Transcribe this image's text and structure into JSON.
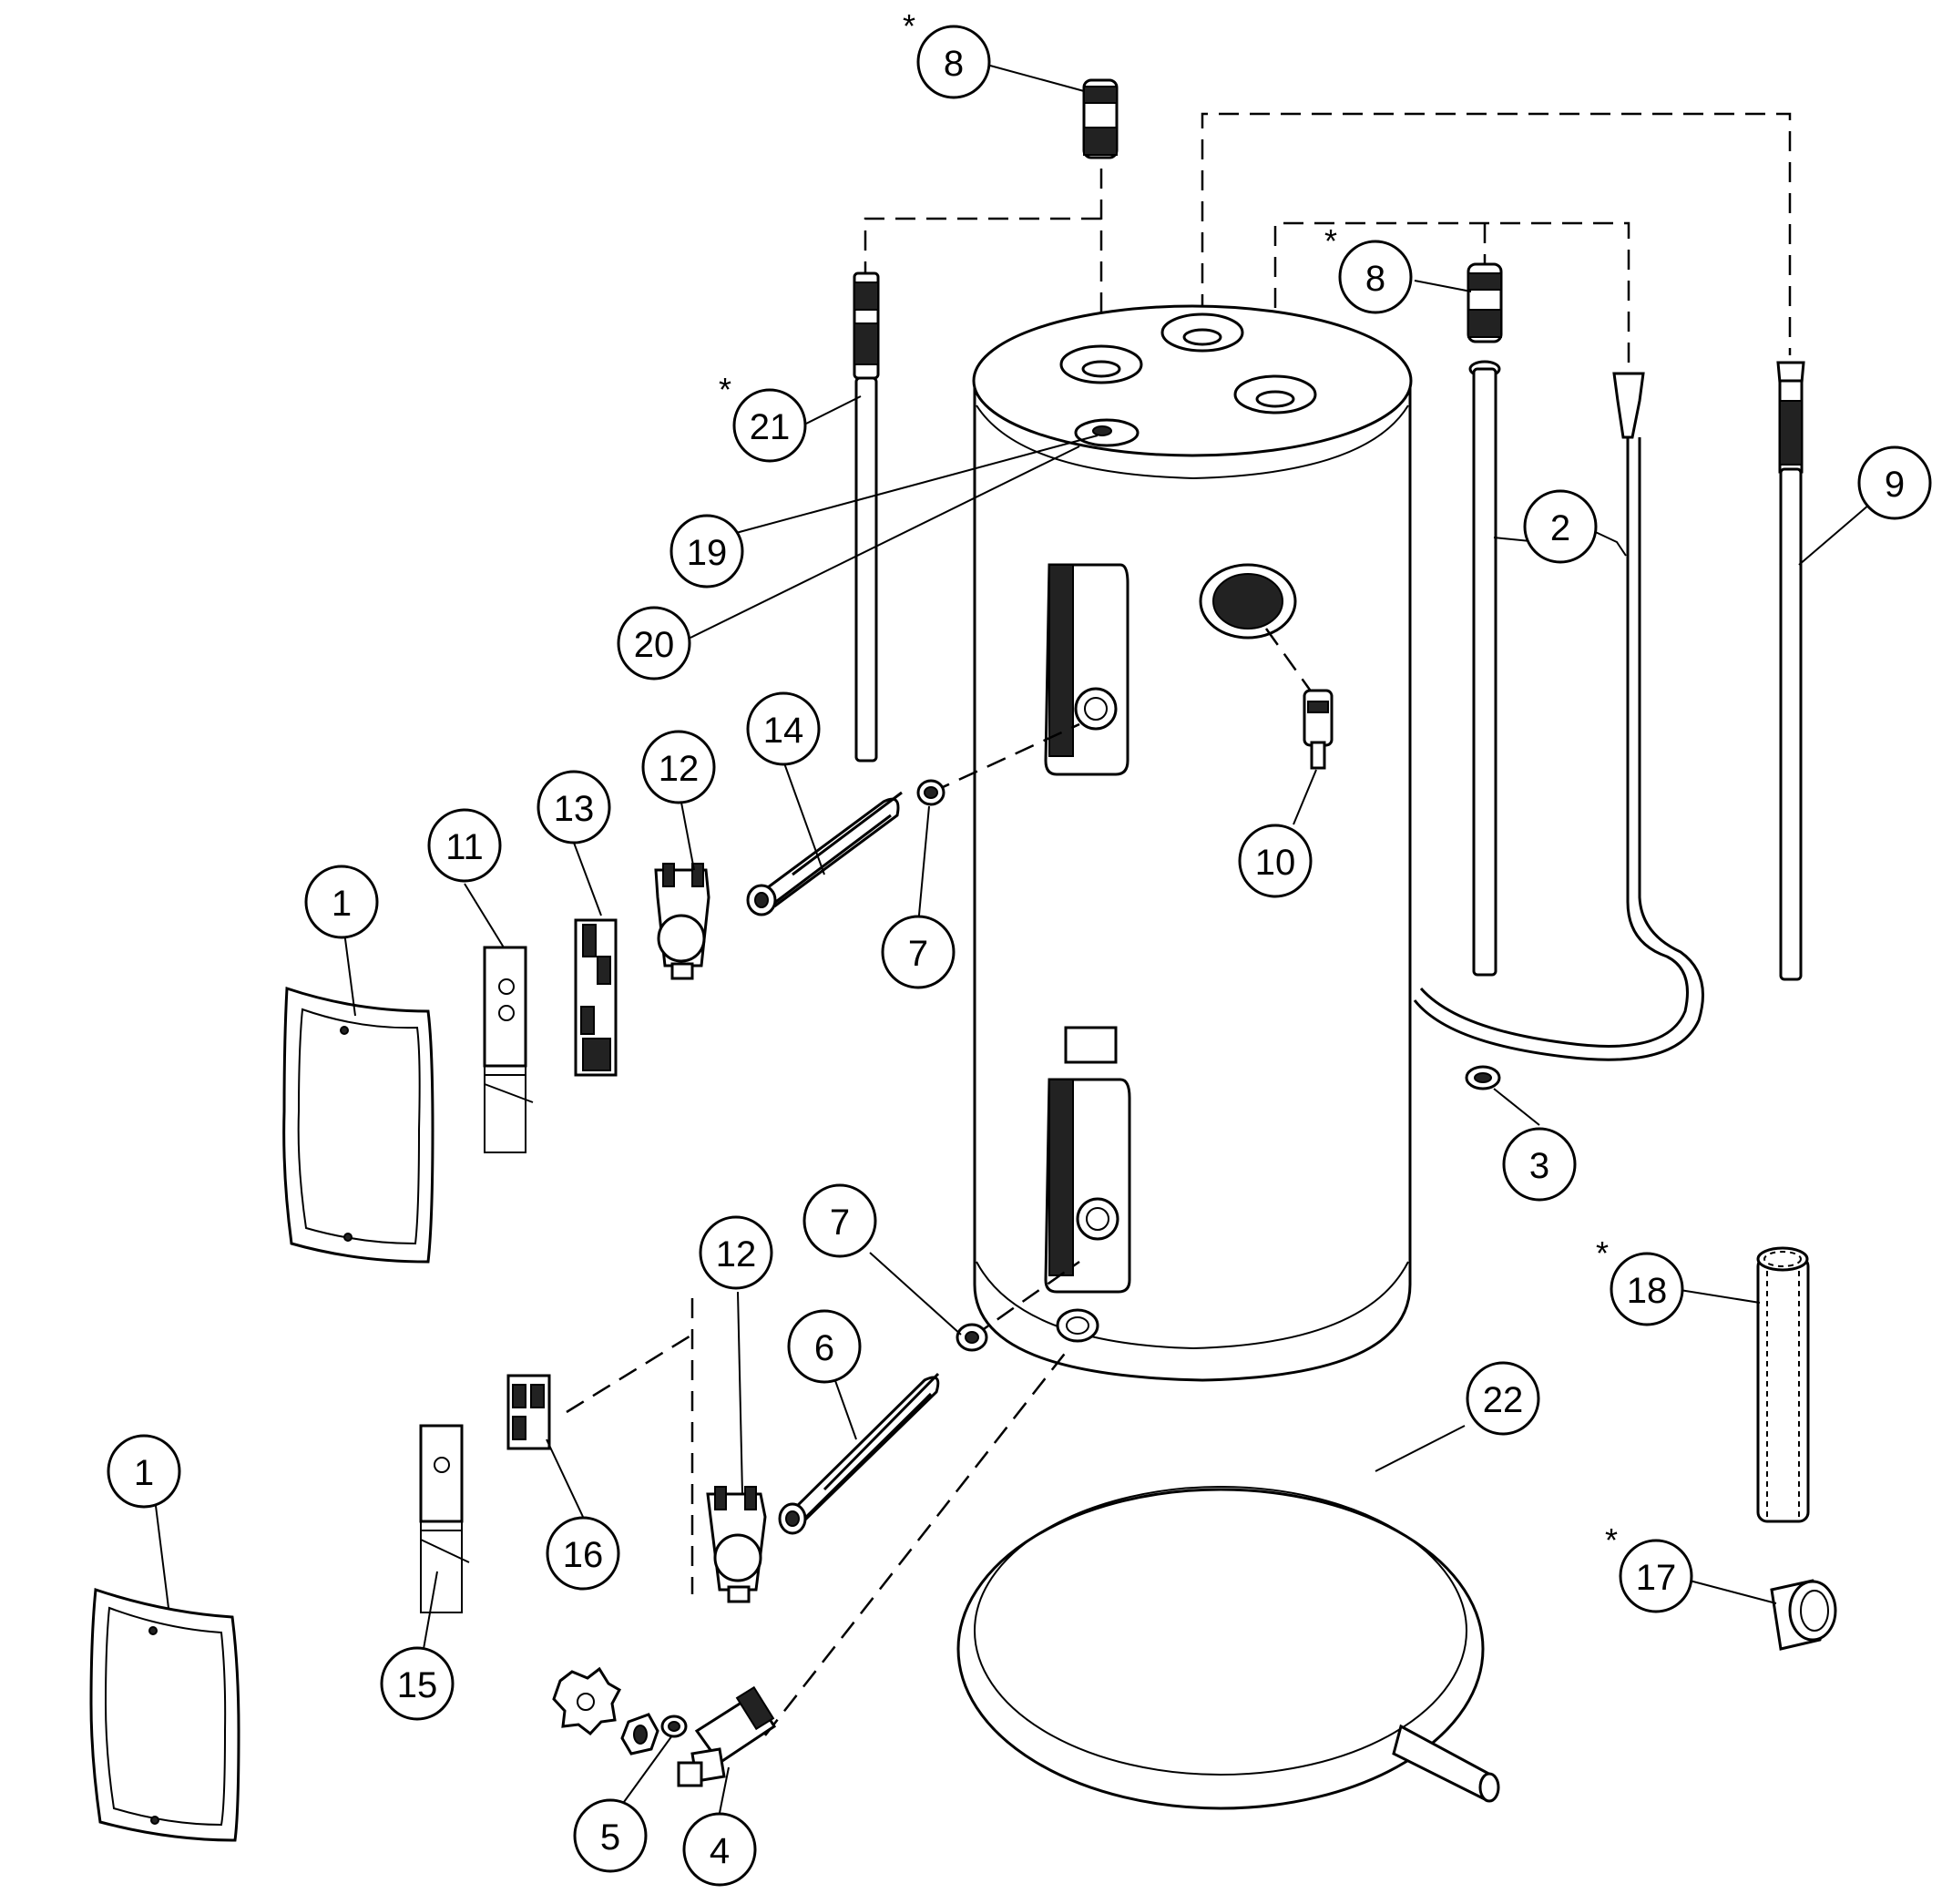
{
  "callouts": [
    {
      "id": "c8a",
      "text": "8",
      "starred": true
    },
    {
      "id": "c21",
      "text": "21",
      "starred": true
    },
    {
      "id": "c8b",
      "text": "8",
      "starred": true
    },
    {
      "id": "c2",
      "text": "2",
      "starred": false
    },
    {
      "id": "c9",
      "text": "9",
      "starred": false
    },
    {
      "id": "c19",
      "text": "19",
      "starred": false
    },
    {
      "id": "c20",
      "text": "20",
      "starred": false
    },
    {
      "id": "c14",
      "text": "14",
      "starred": false
    },
    {
      "id": "c12a",
      "text": "12",
      "starred": false
    },
    {
      "id": "c13",
      "text": "13",
      "starred": false
    },
    {
      "id": "c11",
      "text": "11",
      "starred": false
    },
    {
      "id": "c1a",
      "text": "1",
      "starred": false
    },
    {
      "id": "c7a",
      "text": "7",
      "starred": false
    },
    {
      "id": "c10",
      "text": "10",
      "starred": false
    },
    {
      "id": "c3",
      "text": "3",
      "starred": false
    },
    {
      "id": "c18",
      "text": "18",
      "starred": true
    },
    {
      "id": "c7b",
      "text": "7",
      "starred": false
    },
    {
      "id": "c12b",
      "text": "12",
      "starred": false
    },
    {
      "id": "c6",
      "text": "6",
      "starred": false
    },
    {
      "id": "c22",
      "text": "22",
      "starred": false
    },
    {
      "id": "c1b",
      "text": "1",
      "starred": false
    },
    {
      "id": "c16",
      "text": "16",
      "starred": false
    },
    {
      "id": "c15",
      "text": "15",
      "starred": false
    },
    {
      "id": "c17",
      "text": "17",
      "starred": true
    },
    {
      "id": "c5",
      "text": "5",
      "starred": false
    },
    {
      "id": "c4",
      "text": "4",
      "starred": false
    }
  ],
  "asterisk": "*"
}
